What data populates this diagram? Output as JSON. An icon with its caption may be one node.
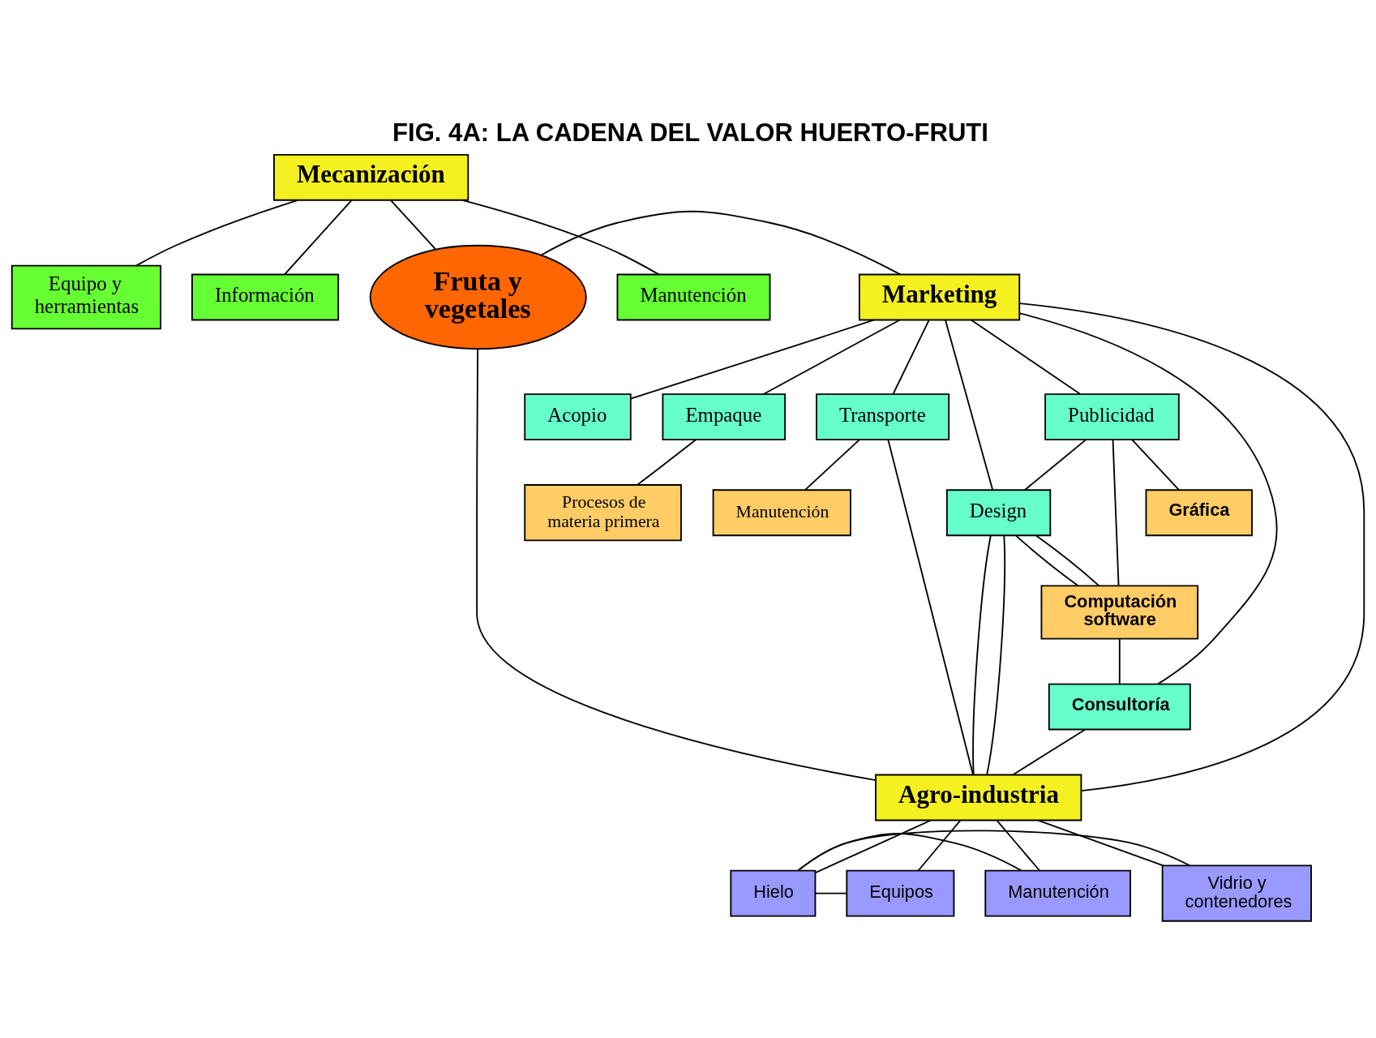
{
  "diagram": {
    "title": "FIG. 4A: LA CADENA DEL VALOR HUERTO-FRUTI",
    "nodes": [
      {
        "text": [
          "Mecanización"
        ]
      },
      {
        "text": [
          "Manutención"
        ]
      },
      {
        "text": [
          "Equipo y herramientas"
        ]
      },
      {
        "text": [
          "Información"
        ]
      },
      {
        "text": [
          "Fruta y vegetales"
        ]
      },
      {
        "text": [
          "Marketing"
        ]
      },
      {
        "text": [
          "Publicidad"
        ]
      },
      {
        "text": [
          "Acopio"
        ]
      },
      {
        "text": [
          "Empaque"
        ]
      },
      {
        "text": [
          "Gráfica"
        ]
      },
      {
        "text": [
          "Design"
        ]
      },
      {
        "text": [
          "Transporte"
        ]
      },
      {
        "text": [
          "Procesos de materia primera"
        ]
      },
      {
        "text": [
          "Computación software"
        ]
      },
      {
        "text": [
          "Consultoría"
        ]
      },
      {
        "text": [
          "Manutención"
        ]
      },
      {
        "text": [
          "Agro-industria"
        ]
      },
      {
        "text": [
          "Hielo"
        ]
      },
      {
        "text": [
          "Manutención"
        ]
      },
      {
        "text": [
          "Equipos"
        ]
      },
      {
        "text": [
          "Vidrio y contenedores"
        ]
      }
    ],
    "edges": [
      {
        "from": 0,
        "to": 1,
        "arrow": "none"
      },
      {
        "from": 0,
        "to": 2,
        "arrow": "none"
      },
      {
        "from": 0,
        "to": 3,
        "arrow": "none"
      },
      {
        "from": 0,
        "to": 4,
        "arrow": "none"
      },
      {
        "from": 4,
        "to": 5,
        "arrow": "none"
      },
      {
        "from": 5,
        "to": 6,
        "arrow": "none"
      },
      {
        "from": 5,
        "to": 10,
        "arrow": "none"
      },
      {
        "from": 5,
        "to": 7,
        "arrow": "none"
      },
      {
        "from": 5,
        "to": 14,
        "arrow": "none"
      },
      {
        "from": 5,
        "to": 11,
        "arrow": "none"
      },
      {
        "from": 5,
        "to": 8,
        "arrow": "none"
      },
      {
        "from": 6,
        "to": 9,
        "arrow": "none"
      },
      {
        "from": 6,
        "to": 10,
        "arrow": "none"
      },
      {
        "from": 6,
        "to": 13,
        "arrow": "none"
      },
      {
        "from": 10,
        "to": 13,
        "arrow": "none"
      },
      {
        "from": 10,
        "to": 13,
        "arrow": "none"
      },
      {
        "from": 13,
        "to": 14,
        "arrow": "none"
      },
      {
        "from": 8,
        "to": 12,
        "arrow": "none"
      },
      {
        "from": 11,
        "to": 15,
        "arrow": "none"
      },
      {
        "from": 10,
        "to": 16,
        "arrow": "none"
      },
      {
        "from": 10,
        "to": 16,
        "arrow": "none"
      },
      {
        "from": 14,
        "to": 16,
        "arrow": "none"
      },
      {
        "from": 11,
        "to": 16,
        "arrow": "none"
      },
      {
        "from": 5,
        "to": 16,
        "arrow": "none"
      },
      {
        "from": 4,
        "to": 16,
        "arrow": "none"
      },
      {
        "from": 16,
        "to": 17,
        "arrow": "none"
      },
      {
        "from": 16,
        "to": 18,
        "arrow": "none"
      },
      {
        "from": 16,
        "to": 19,
        "arrow": "none"
      },
      {
        "from": 16,
        "to": 20,
        "arrow": "none"
      },
      {
        "from": 17,
        "to": 18,
        "arrow": "none"
      },
      {
        "from": 17,
        "to": 19,
        "arrow": "none"
      },
      {
        "from": 17,
        "to": 20,
        "arrow": "none"
      }
    ]
  }
}
